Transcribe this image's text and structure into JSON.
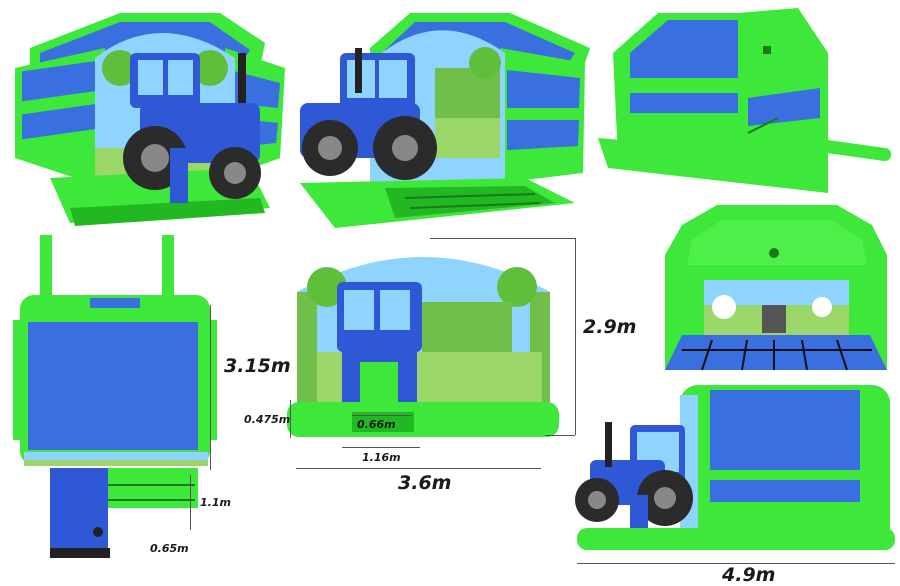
{
  "colors": {
    "green": "#3ee83a",
    "green_dark": "#22b822",
    "blue": "#3a6fe0",
    "blue_dark": "#1f4fb8",
    "tractor_blue": "#2f58d6",
    "tire": "#2b2b2b",
    "sky": "#8fd3ff",
    "artwork_ground": "#9bd66a"
  },
  "views": [
    {
      "name": "front-perspective-view"
    },
    {
      "name": "side-perspective-view"
    },
    {
      "name": "rear-perspective-view"
    },
    {
      "name": "top-plan-view"
    },
    {
      "name": "front-elevation-view"
    },
    {
      "name": "interior-back-wall-view"
    },
    {
      "name": "side-elevation-view"
    }
  ],
  "dimensions": {
    "height": "2.9m",
    "depth_top": "3.15m",
    "platform_height": "0.475m",
    "entrance_width": "0.66m",
    "front_width": "1.16m",
    "width": "3.6m",
    "ramp_length": "1.1m",
    "ramp_width": "0.65m",
    "length": "4.9m"
  }
}
